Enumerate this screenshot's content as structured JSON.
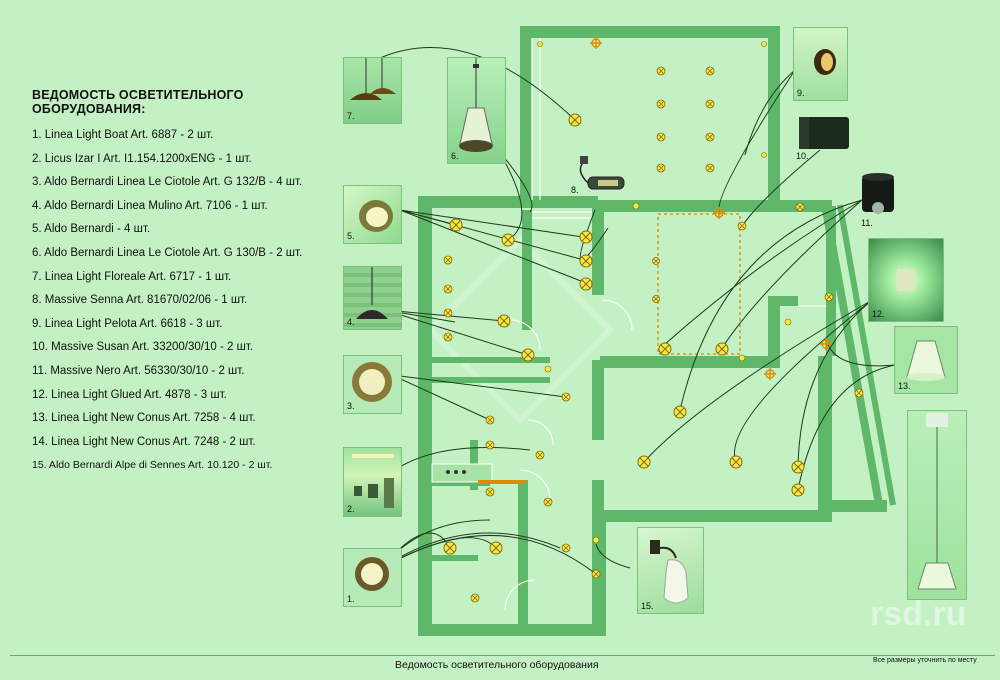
{
  "legend": {
    "title": "ВЕДОМОСТЬ ОСВЕТИТЕЛЬНОГО ОБОРУДОВАНИЯ:",
    "items": [
      "1. Linea Light Boat Art. 6887 - 2 шт.",
      "2. Licus Izar I Art. I1.154.1200xENG - 1 шт.",
      "3. Aldo Bernardi Linea Le Ciotole Art. G 132/B - 4 шт.",
      "4. Aldo Bernardi Linea Mulino Art. 7106 - 1 шт.",
      "5. Aldo Bernardi - 4 шт.",
      "6. Aldo Bernardi Linea Le Ciotole Art. G 130/B - 2 шт.",
      "7. Linea Light Floreale Art. 6717  - 1 шт.",
      "8. Massive Senna Art. 81670/02/06 - 1 шт.",
      "9. Linea Light Pelota  Art. 6618 - 3 шт.",
      "10.  Massive Susan Art. 33200/30/10  - 2 шт.",
      "11.  Massive Nero Art. 56330/30/10 - 2 шт.",
      "12.  Linea Light  Glued Art. 4878 - 3 шт.",
      "13.  Linea Light New Conus Art. 7258 - 4 шт.",
      "14.  Linea Light New Conus Art. 7248 - 2 шт.",
      "15. Aldo Bernardi Alpe di Sennes Art. 10.120 - 2 шт."
    ]
  },
  "thumbnails": [
    "7.",
    "6.",
    "5.",
    "4.",
    "3.",
    "2.",
    "1.",
    "8.",
    "9.",
    "10.",
    "11.",
    "12.",
    "13.",
    "15."
  ],
  "bottom_title": "Ведомость осветительного оборудования",
  "bottom_note": "Все размеры уточнить по месту",
  "watermark": "rsd.ru",
  "colors": {
    "background": "#c3f1c3",
    "walls": "#5fb86a",
    "fixture": "#f2e84a",
    "fixture_stroke": "#8a6a00",
    "leader": "#1e3a1e",
    "accent": "#e08a00"
  }
}
